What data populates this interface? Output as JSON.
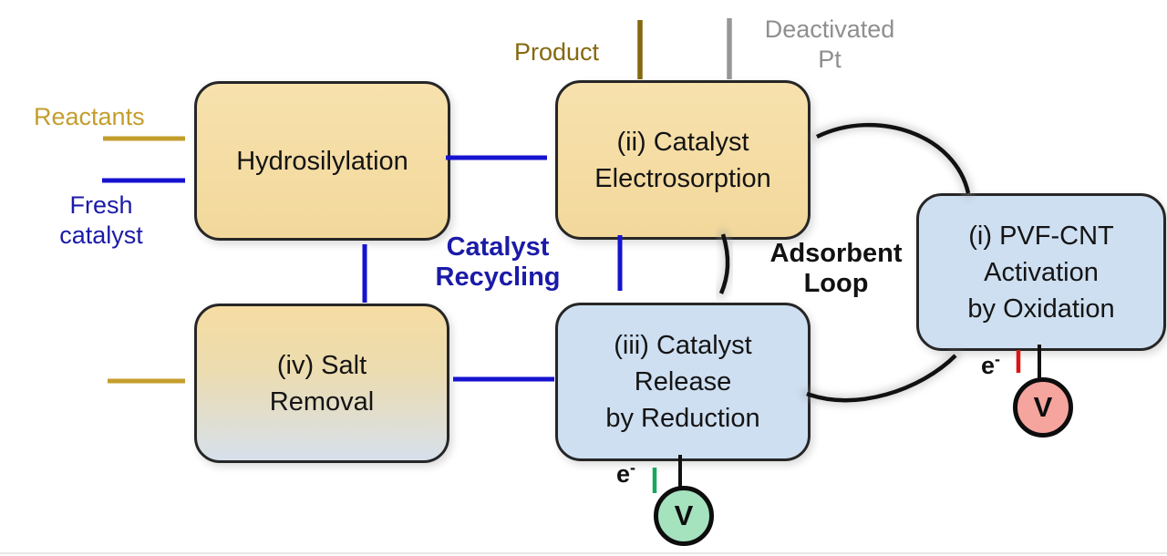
{
  "labels": {
    "reactants": "Reactants",
    "fresh_catalyst": [
      "Fresh",
      "catalyst"
    ],
    "product": "Product",
    "deactivated": [
      "Deactivated",
      "Pt"
    ],
    "recycling": [
      "Catalyst",
      "Recycling"
    ],
    "adsorbent": [
      "Adsorbent",
      "Loop"
    ]
  },
  "boxes": {
    "hydro": {
      "lines": [
        "Hydrosilylation"
      ]
    },
    "ii": {
      "lines": [
        "(ii) Catalyst",
        "Electrosorption"
      ]
    },
    "i": {
      "lines": [
        "(i) PVF-CNT",
        "Activation",
        "by Oxidation"
      ]
    },
    "iii": {
      "lines": [
        "(iii) Catalyst",
        "Release",
        "by Reduction"
      ]
    },
    "iv": {
      "lines": [
        "(iv) Salt",
        "Removal"
      ]
    }
  },
  "electrons": {
    "symbol": "e",
    "sup": "-"
  },
  "voltmeters": {
    "green": "V",
    "red": "V"
  },
  "colors": {
    "gold": "#C49E2C",
    "dark_gold": "#85690E",
    "gray_arrow": "#979797",
    "gray_text": "#8F8F8F",
    "blue": "#1512D0",
    "dark_blue": "#1B1BA8",
    "black": "#111111",
    "green": "#17A75C",
    "red": "#DD1512",
    "tan_box": "#F4DCA2",
    "blue_box": "#CEDFF1",
    "glow": "#8287F2",
    "green_fill": "#A5E2BE",
    "pink_fill": "#F5A59E"
  }
}
